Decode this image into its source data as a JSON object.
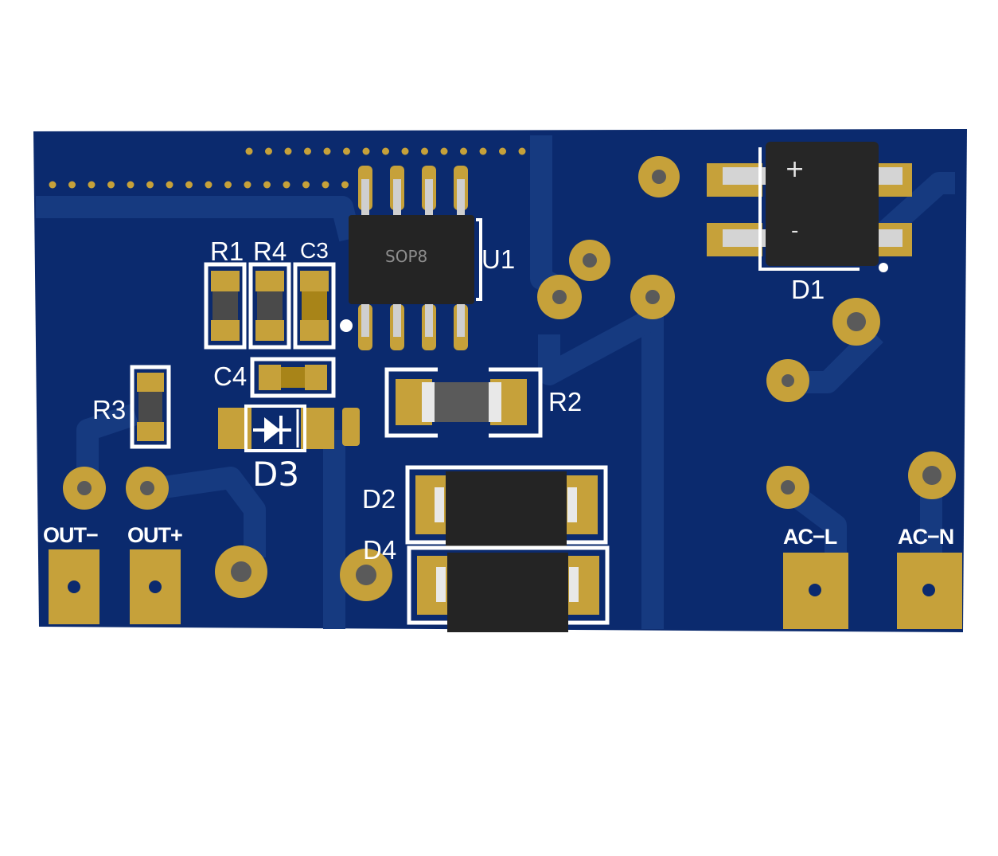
{
  "board": {
    "colors": {
      "soldermask": "#0b2a6e",
      "trace": "#163a80",
      "copper": "#c6a13a",
      "silkscreen": "#ffffff",
      "package": "#202020",
      "leads": "#c9c9c9"
    }
  },
  "labels": {
    "r1": "R1",
    "r4": "R4",
    "c3": "C3",
    "c4": "C4",
    "r3": "R3",
    "d3": "D3",
    "u1": "U1",
    "r2": "R2",
    "d1": "D1",
    "d2": "D2",
    "d4": "D4",
    "out_minus": "OUT−",
    "out_plus": "OUT+",
    "ac_l": "AC−L",
    "ac_n": "AC−N"
  },
  "u1": {
    "package_text": "SOP8"
  },
  "d1": {
    "plus_mark": "+",
    "minus_mark": "-"
  }
}
